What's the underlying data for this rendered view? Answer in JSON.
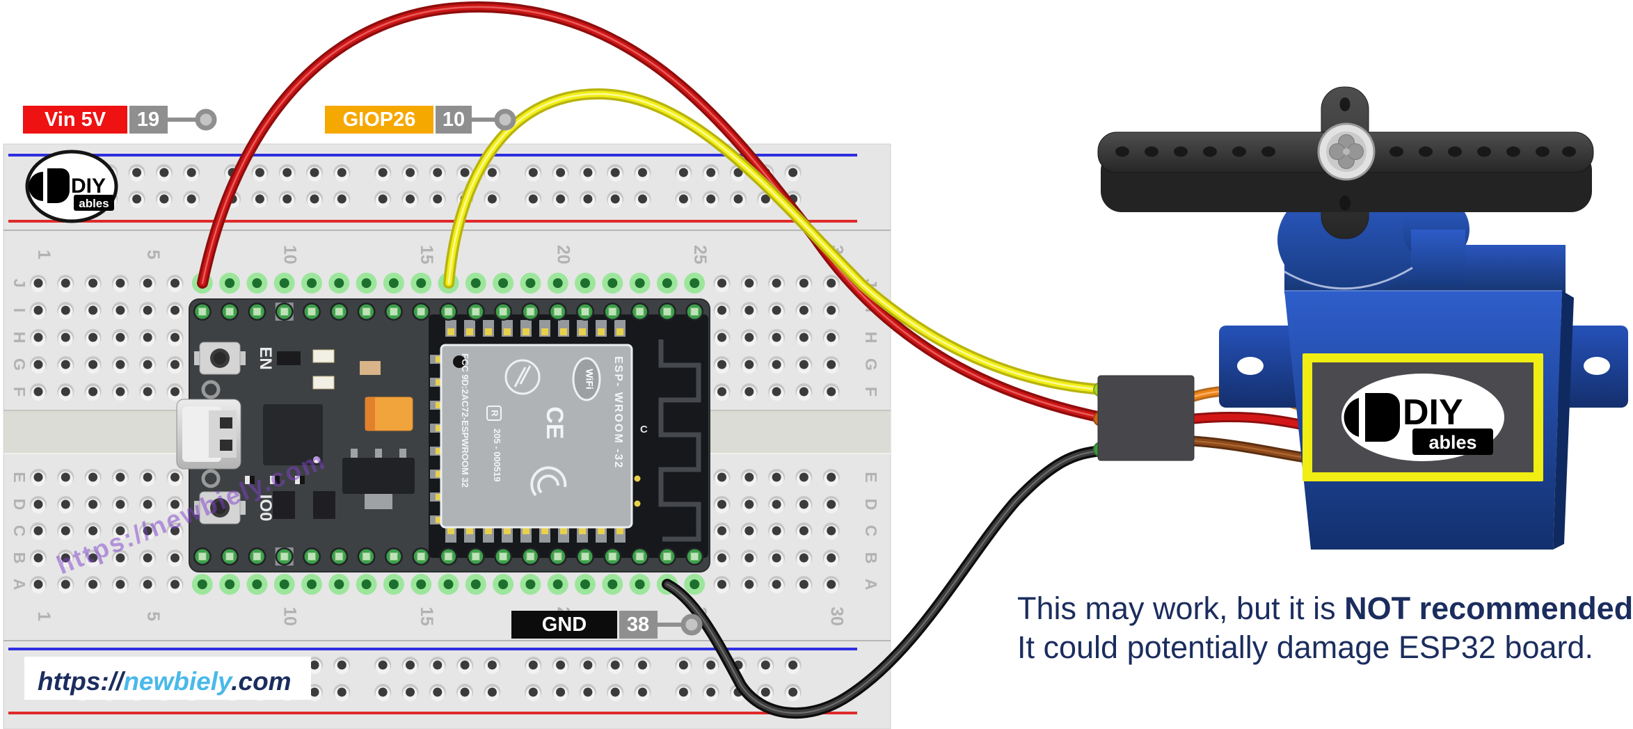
{
  "badges": {
    "vin": {
      "label": "Vin 5V",
      "pin_number": "19"
    },
    "gpio": {
      "label": "GIOP26",
      "pin_number": "10"
    },
    "gnd": {
      "label": "GND",
      "pin_number": "38"
    }
  },
  "breadboard": {
    "column_numbers": [
      "1",
      "5",
      "10",
      "15",
      "20",
      "25",
      "30"
    ],
    "row_letters_upper": [
      "J",
      "I",
      "H",
      "G",
      "F"
    ],
    "row_letters_lower": [
      "E",
      "D",
      "C",
      "B",
      "A"
    ]
  },
  "esp32": {
    "en_button": "EN",
    "boot_button": "IO0",
    "module": {
      "fcc": "FCC 9D:2AC72-ESPWROOM 32",
      "serial": "205 - 000519",
      "reg": "R",
      "ce": "CE",
      "wifi": "WiFi",
      "name": "ESP- WROOM -32",
      "antenna_label": "C"
    }
  },
  "brand": {
    "diy": "DIY",
    "ables": "ables"
  },
  "watermark": "https://newbiely.com",
  "url_bar": {
    "protocol": "https://",
    "domain": "newbiely",
    "tld": ".com"
  },
  "caption": {
    "line1_prefix": "This may work, but it is ",
    "line1_bold": "NOT recommended",
    "line1_suffix": ".",
    "line2": "It could potentially damage ESP32 board."
  },
  "colors": {
    "wire_red": "#cc1616",
    "wire_yellow": "#f2ee18",
    "wire_black": "#3c3c3c",
    "servo_wire_orange": "#ef8116",
    "servo_wire_red": "#d31717",
    "servo_wire_brown": "#8d4a1c",
    "badge_red": "#ee1212",
    "badge_amber": "#f5a800",
    "badge_gray": "#8f8f8f",
    "badge_black": "#0c0c0c",
    "servo_blue": "#2353bd",
    "label_yellow": "#f0ee12",
    "caption_navy": "#1b2d5e",
    "url_blue": "#49b9e9",
    "url_navy": "#1b2d5e",
    "watermark_purple": "#8040cc"
  }
}
